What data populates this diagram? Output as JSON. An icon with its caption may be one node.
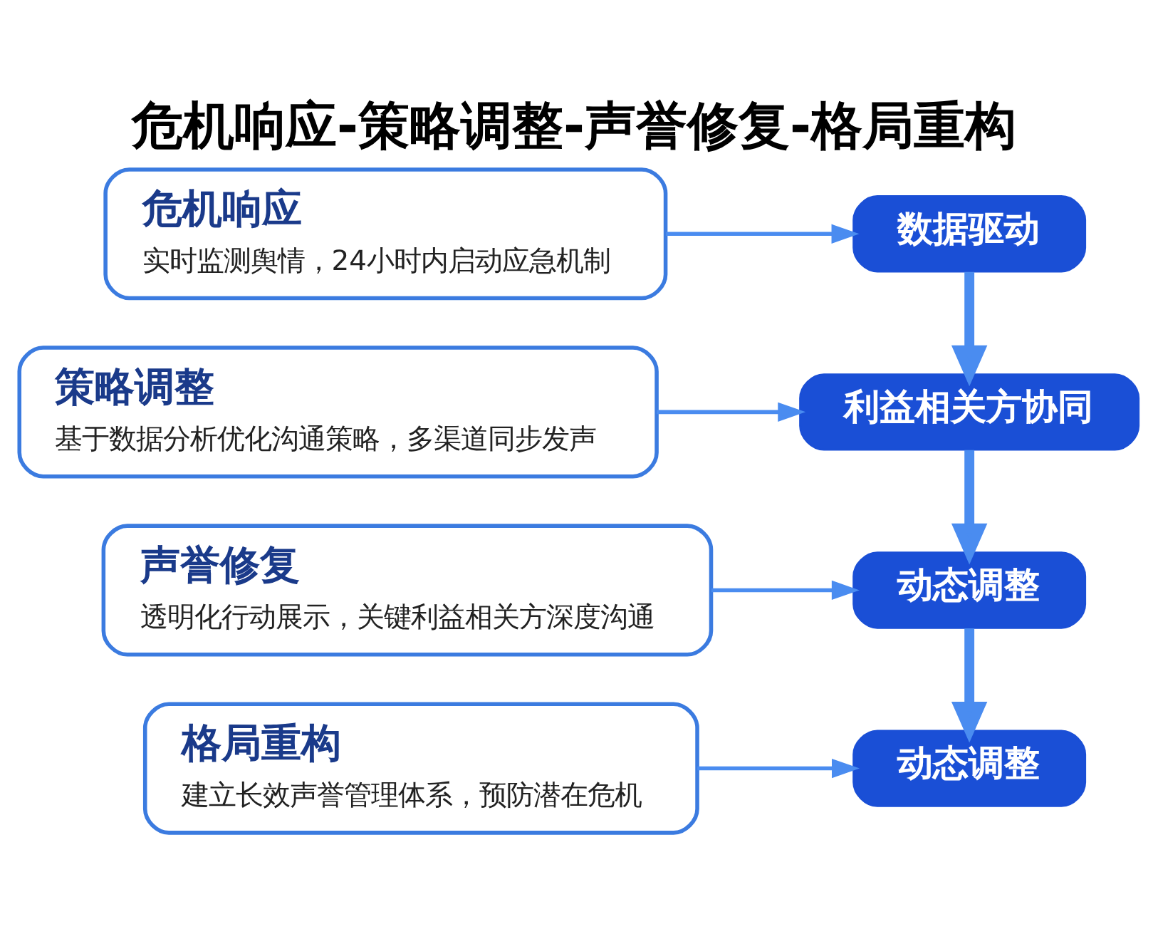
{
  "diagram": {
    "title": "危机响应-策略调整-声誉修复-格局重构",
    "nodes": [
      {
        "text": [
          "危机响应",
          "实时监测舆情，24小时内启动应急机制"
        ]
      },
      {
        "text": [
          "策略调整",
          "基于数据分析优化沟通策略，多渠道同步发声"
        ]
      },
      {
        "text": [
          "声誉修复",
          "透明化行动展示，关键利益相关方深度沟通"
        ]
      },
      {
        "text": [
          "格局重构",
          "建立长效声誉管理体系，预防潜在危机"
        ]
      },
      {
        "text": [
          "数据驱动"
        ]
      },
      {
        "text": [
          "利益相关方协同"
        ]
      },
      {
        "text": [
          "动态调整"
        ]
      },
      {
        "text": [
          "动态调整"
        ]
      }
    ],
    "edges": [
      {
        "from": 0,
        "to": 4,
        "arrow": "to"
      },
      {
        "from": 4,
        "to": 5,
        "arrow": "to",
        "style": "thick"
      },
      {
        "from": 1,
        "to": 5,
        "arrow": "to"
      },
      {
        "from": 5,
        "to": 6,
        "arrow": "to",
        "style": "thick"
      },
      {
        "from": 2,
        "to": 6,
        "arrow": "to"
      },
      {
        "from": 6,
        "to": 7,
        "arrow": "to",
        "style": "thick"
      },
      {
        "from": 3,
        "to": 7,
        "arrow": "to"
      }
    ]
  }
}
